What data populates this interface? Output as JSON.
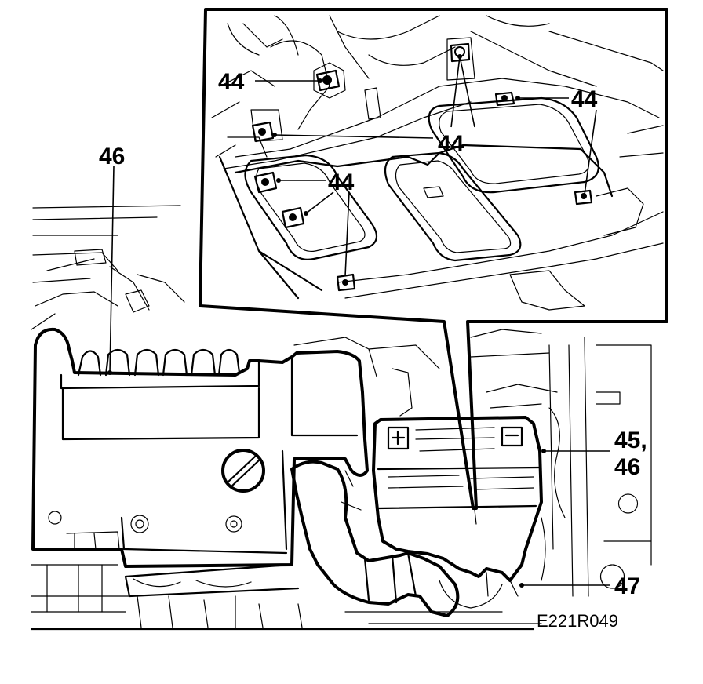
{
  "figure": {
    "code": "E221R049",
    "callouts": {
      "bolt_label_1": "44",
      "bolt_label_2": "44",
      "bolt_label_3": "44",
      "bolt_label_4": "44",
      "overview_label": "46",
      "cable_label_a": "45,",
      "cable_label_b": "46",
      "cable_clip_label": "47"
    }
  }
}
